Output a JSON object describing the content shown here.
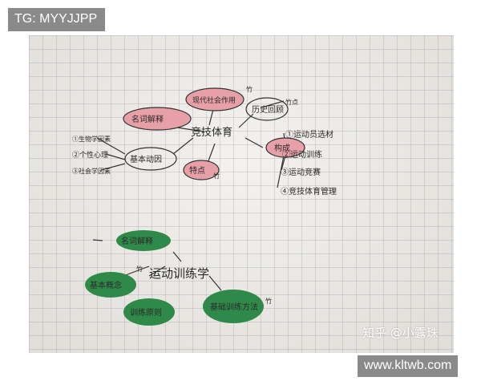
{
  "tag_label": "TG: MYYJJPP",
  "site_label": "www.kltwb.com",
  "watermark": "知乎 @小露珠",
  "mindmap1": {
    "center": "竞技体育",
    "bubbles": {
      "definition": "名词解释",
      "modern_society": "现代社会作用",
      "history": "历史回顾",
      "composition": "构成",
      "basic_causes": "基本动因",
      "features": "特点"
    },
    "notes": {
      "modern_society_suffix": "竹",
      "history_suffix": "竹点",
      "features_suffix": "竹"
    },
    "left_items": [
      "①生物学因素",
      "②个性心理",
      "③社会学因素"
    ],
    "right_items": [
      "①运动员选材",
      "②运动训练",
      "③运动竞赛",
      "④竞技体育管理"
    ]
  },
  "mindmap2": {
    "center": "运动训练学",
    "bubbles": {
      "definition": "名词解释",
      "concept": "基本概念",
      "principles": "训练原则",
      "methods": "基础训练方法"
    },
    "notes": {
      "concept_suffix": "竹",
      "methods_suffix": "竹"
    }
  },
  "colors": {
    "pink": "#e8a0a8",
    "green": "#2f8a4a",
    "ink": "#2a2a2a",
    "paper": "#eeebe6"
  }
}
